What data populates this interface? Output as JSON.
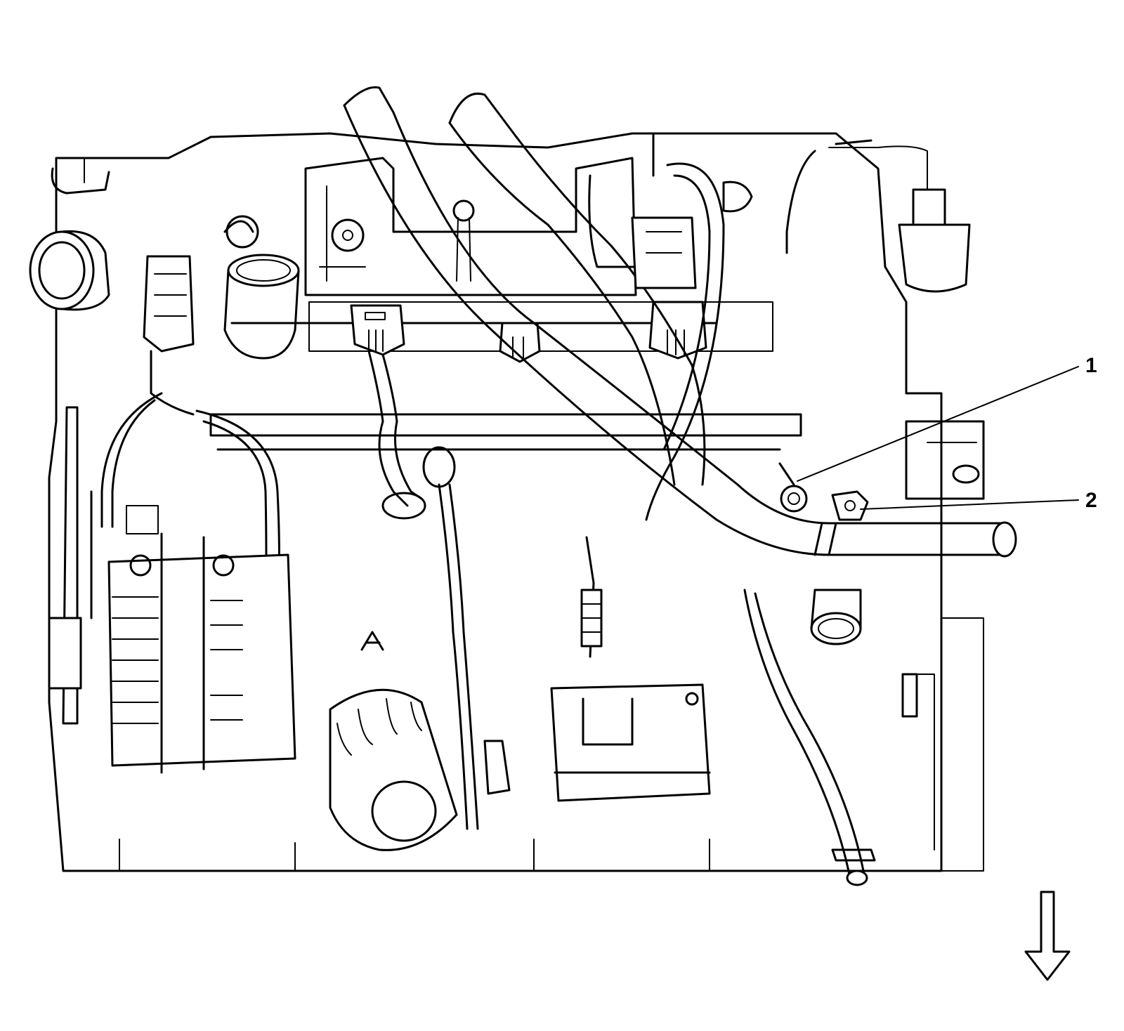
{
  "figure": {
    "callouts": [
      {
        "id": "1",
        "label": "1"
      },
      {
        "id": "2",
        "label": "2"
      }
    ],
    "direction_arrow": "down-arrow-icon",
    "stroke_color": "#000000",
    "background_color": "#ffffff"
  }
}
